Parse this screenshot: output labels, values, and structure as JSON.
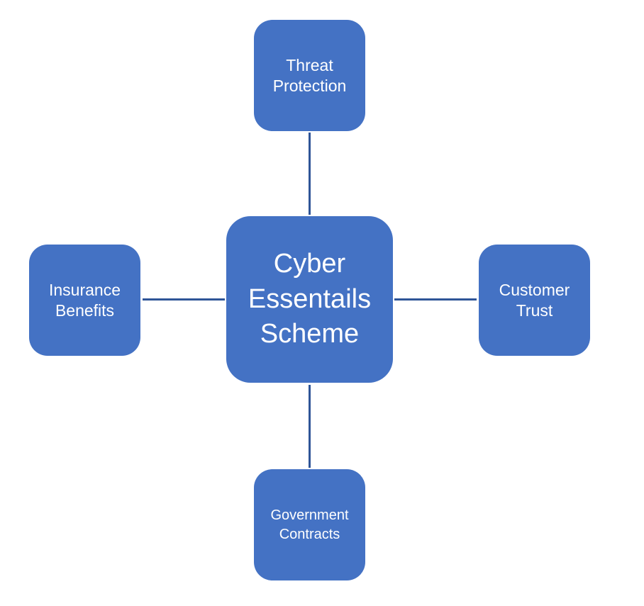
{
  "diagram": {
    "colors": {
      "node_fill": "#4472C4",
      "connector": "#2F5597",
      "text": "#FFFFFF",
      "background": "#FFFFFF"
    },
    "center": {
      "label": "Cyber\nEssentails\nScheme"
    },
    "nodes": {
      "top": {
        "label": "Threat\nProtection"
      },
      "left": {
        "label": "Insurance\nBenefits"
      },
      "right": {
        "label": "Customer\nTrust"
      },
      "bottom": {
        "label": "Government\nContracts"
      }
    }
  }
}
